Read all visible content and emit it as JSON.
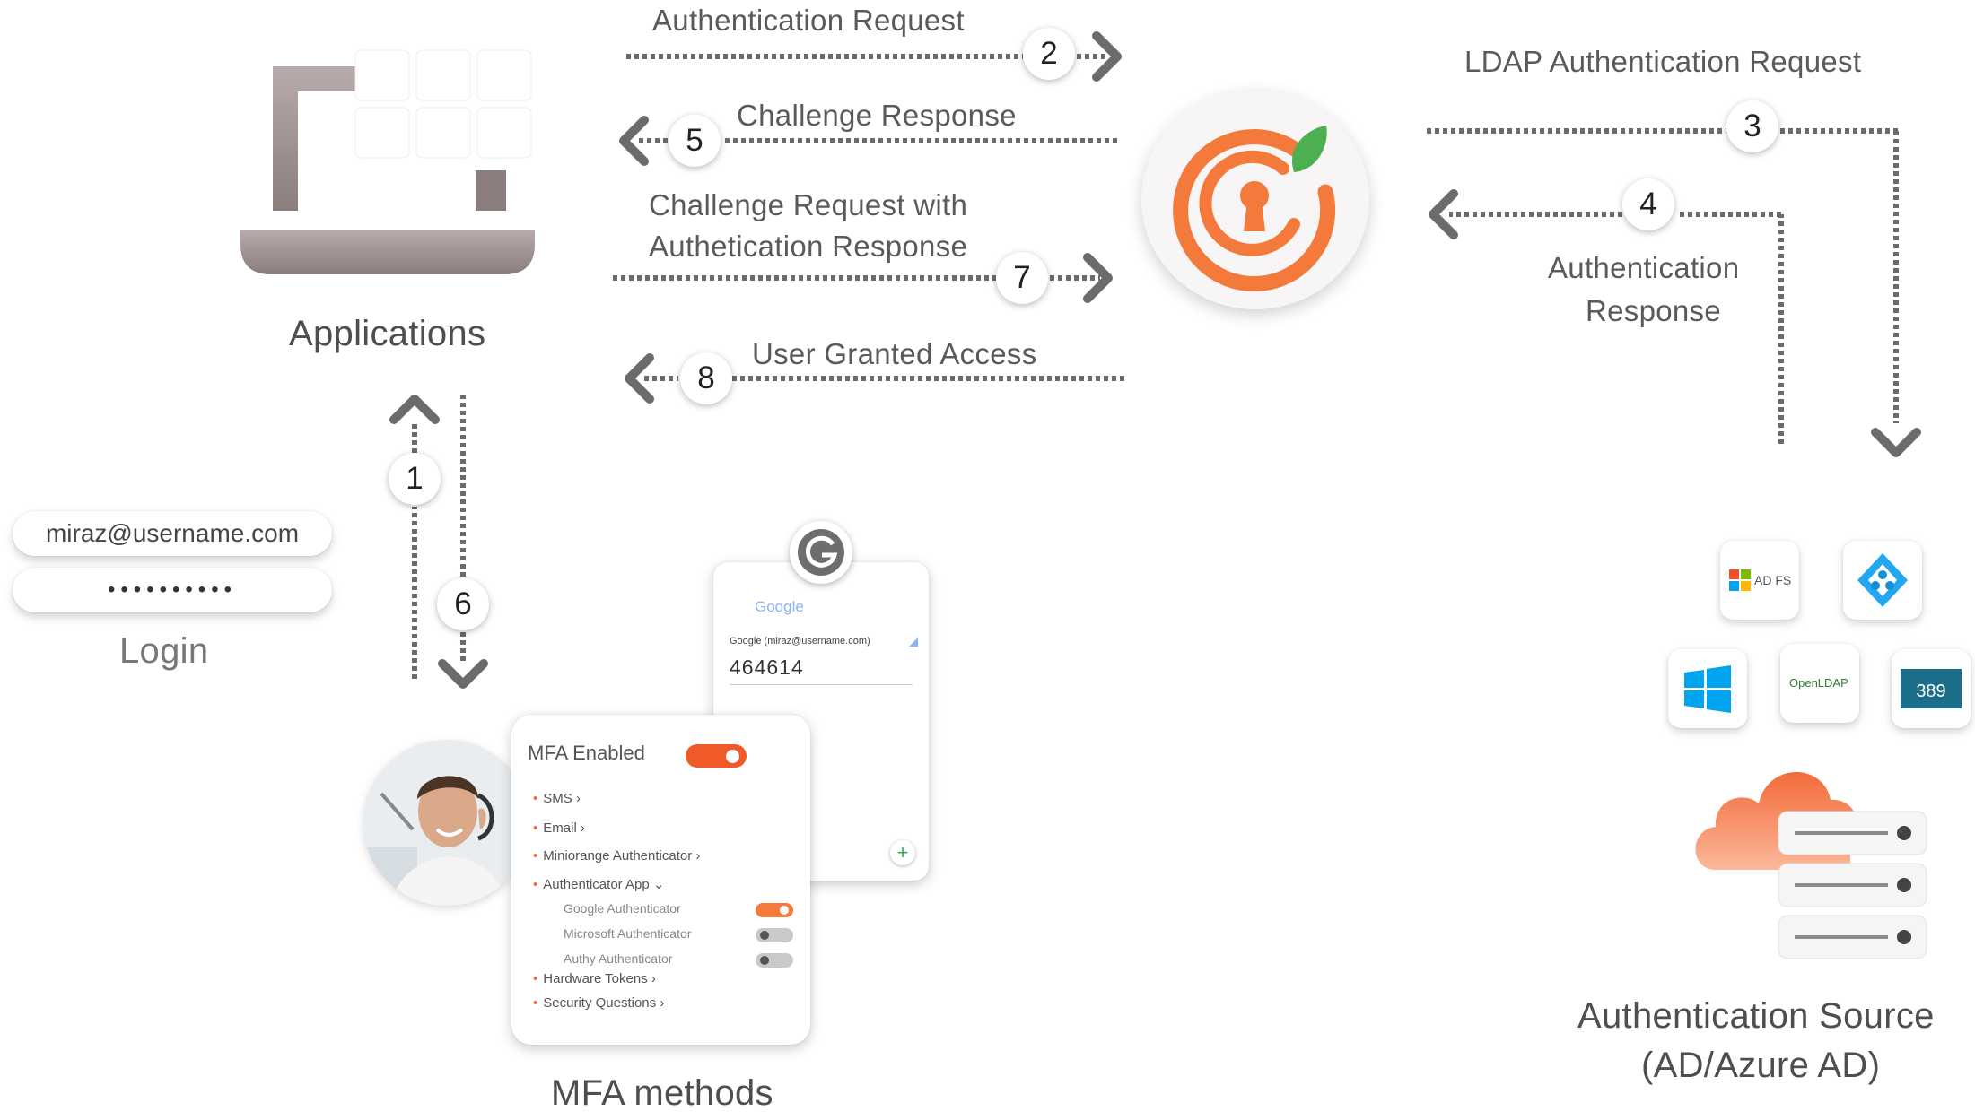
{
  "applications": {
    "label": "Applications"
  },
  "login": {
    "username": "miraz@username.com",
    "password_mask": "••••••••••",
    "label": "Login"
  },
  "flow": {
    "step2": {
      "number": "2",
      "label": "Authentication Request"
    },
    "step5": {
      "number": "5",
      "label": "Challenge Response"
    },
    "step7": {
      "number": "7",
      "label_line1": "Challenge Request with",
      "label_line2": "Authetication Response"
    },
    "step8": {
      "number": "8",
      "label": "User Granted Access"
    },
    "step3": {
      "number": "3",
      "label": "LDAP Authentication Request"
    },
    "step4": {
      "number": "4",
      "label_line1": "Authentication",
      "label_line2": "Response"
    },
    "step1": {
      "number": "1"
    },
    "step6": {
      "number": "6"
    }
  },
  "authenticator_card": {
    "brand": "Google",
    "account": "Google (miraz@username.com)",
    "code": "464614"
  },
  "mfa_card": {
    "title": "MFA Enabled",
    "items": {
      "sms": "SMS",
      "email": "Email",
      "miniorange": "Miniorange Authenticator",
      "authenticator_app": "Authenticator App",
      "google": "Google Authenticator",
      "microsoft": "Microsoft Authenticator",
      "authy": "Authy Authenticator",
      "hardware": "Hardware Tokens",
      "security": "Security Questions"
    },
    "toggles": {
      "mfa_enabled": true,
      "google": true,
      "microsoft": false,
      "authy": false
    }
  },
  "mfa_methods": {
    "label": "MFA methods"
  },
  "auth_source": {
    "logos": {
      "adfs": "AD FS",
      "openldap": "OpenLDAP",
      "ds389": "389"
    },
    "label_line1": "Authentication Source",
    "label_line2": "(AD/Azure AD)"
  },
  "colors": {
    "accent_orange": "#f37a3a",
    "arrow_gray": "#6b6b6b",
    "laptop_gray": "#9d8e8e",
    "leaf_green": "#4caf50",
    "azure_blue": "#22a7f0"
  }
}
